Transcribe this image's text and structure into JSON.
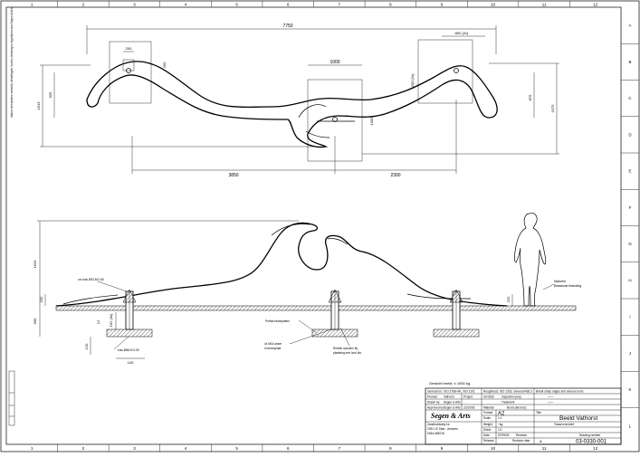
{
  "border": {
    "cols": [
      "1",
      "2",
      "3",
      "4",
      "5",
      "6",
      "7",
      "8",
      "9",
      "10",
      "11",
      "12"
    ],
    "rows": [
      "A",
      "B",
      "C",
      "D",
      "E",
      "F",
      "G",
      "H",
      "I",
      "J",
      "K",
      "L"
    ]
  },
  "top_view": {
    "dim_overall": "7750",
    "dim_small_box": "200",
    "dim_center_box": "1000",
    "dim_right_box": "800 (2x)",
    "dim_left_height": "1613",
    "dim_left_inner": "925",
    "dim_small_box_side": "200",
    "dim_right_box_side": "1200 (2x)",
    "dim_right_inner": "875",
    "dim_right_height": "1575",
    "dim_center_side": "1000",
    "dim_bottom_left": "3850",
    "dim_bottom_right": "2300"
  },
  "side_view": {
    "dim_height": "1629",
    "dim_base": "600",
    "dim_left_plinth": "232",
    "dim_right_plinth": "222",
    "dim_anchor_depth": "12",
    "dim_anchor_len": "162 (3x)",
    "dim_small": "120",
    "dim_plate": "140",
    "label_tube_top": "rvs buis Ø33.8×2.65",
    "label_tube_bottom": "buis Ø88.9×3.05",
    "label_concrete": "Prefab betonplaten",
    "label_anchor_1": "4x M16 anker",
    "label_anchor_2": "in betonplaat",
    "label_fill_1": "Ruimte opvullen bij",
    "label_fill_2": "plaatsing met Icrol f/m.",
    "label_ground_1": "Maaiveld",
    "label_ground_2": "Bestaande bestrating"
  },
  "weight_note": "Gewicht beeld: ± 1000 kg.",
  "title_block": {
    "r1_a": "General tol.: ISO 2768-mK, ISO 1101",
    "r1_b": "Roughness: ISO 1302, General Ra6.3",
    "r1_c": "Break sharp edges and remove burrs",
    "r2_k1": "Product",
    "r2_v1": "Vathorst",
    "r2_k2": "Project",
    "r2_v2": "03-0330",
    "r2_k3": "Inspection prep.",
    "r2_v3": "——",
    "r3_k1": "Drawn by",
    "r3_v1": "Segen & Arts",
    "r3_k2": "Treatment",
    "r3_v2": "——",
    "r4_k1": "Approved by",
    "r4_v1": "Segen & Arts",
    "r4_v2": "22/10/03",
    "r4_k2": "Material",
    "r4_v3": "Brons (Bronze)",
    "logo": "Segen & Arts",
    "format_k": "Format",
    "format_v": "A2",
    "title_k": "Title",
    "title_v": "Beeld Vathorst",
    "scale_k": "Scale",
    "scale_v": "1:1",
    "weight_k": "Weight",
    "weight_v": "~kg",
    "sheet_k": "Sheet",
    "sheet_v": "1/1",
    "subtitle": "Totaal overzicht",
    "address_1": "Zandhoekweg 1a",
    "address_2": "2391 LE Stad - Ammers",
    "address_3": "0184-488716",
    "rev_k": "Revision",
    "rev_v": "A",
    "drawing_k": "Drawing number",
    "drawing_v": "03-0330-001",
    "col_k1": "Date",
    "col_v1": "07/09/03",
    "col_k2": "Release",
    "col_k3": "Revision date"
  },
  "left_margin_notes": "Indien niet anders vermeld, afmetingen in mm, tekening is eigendom van Segen & Arts"
}
